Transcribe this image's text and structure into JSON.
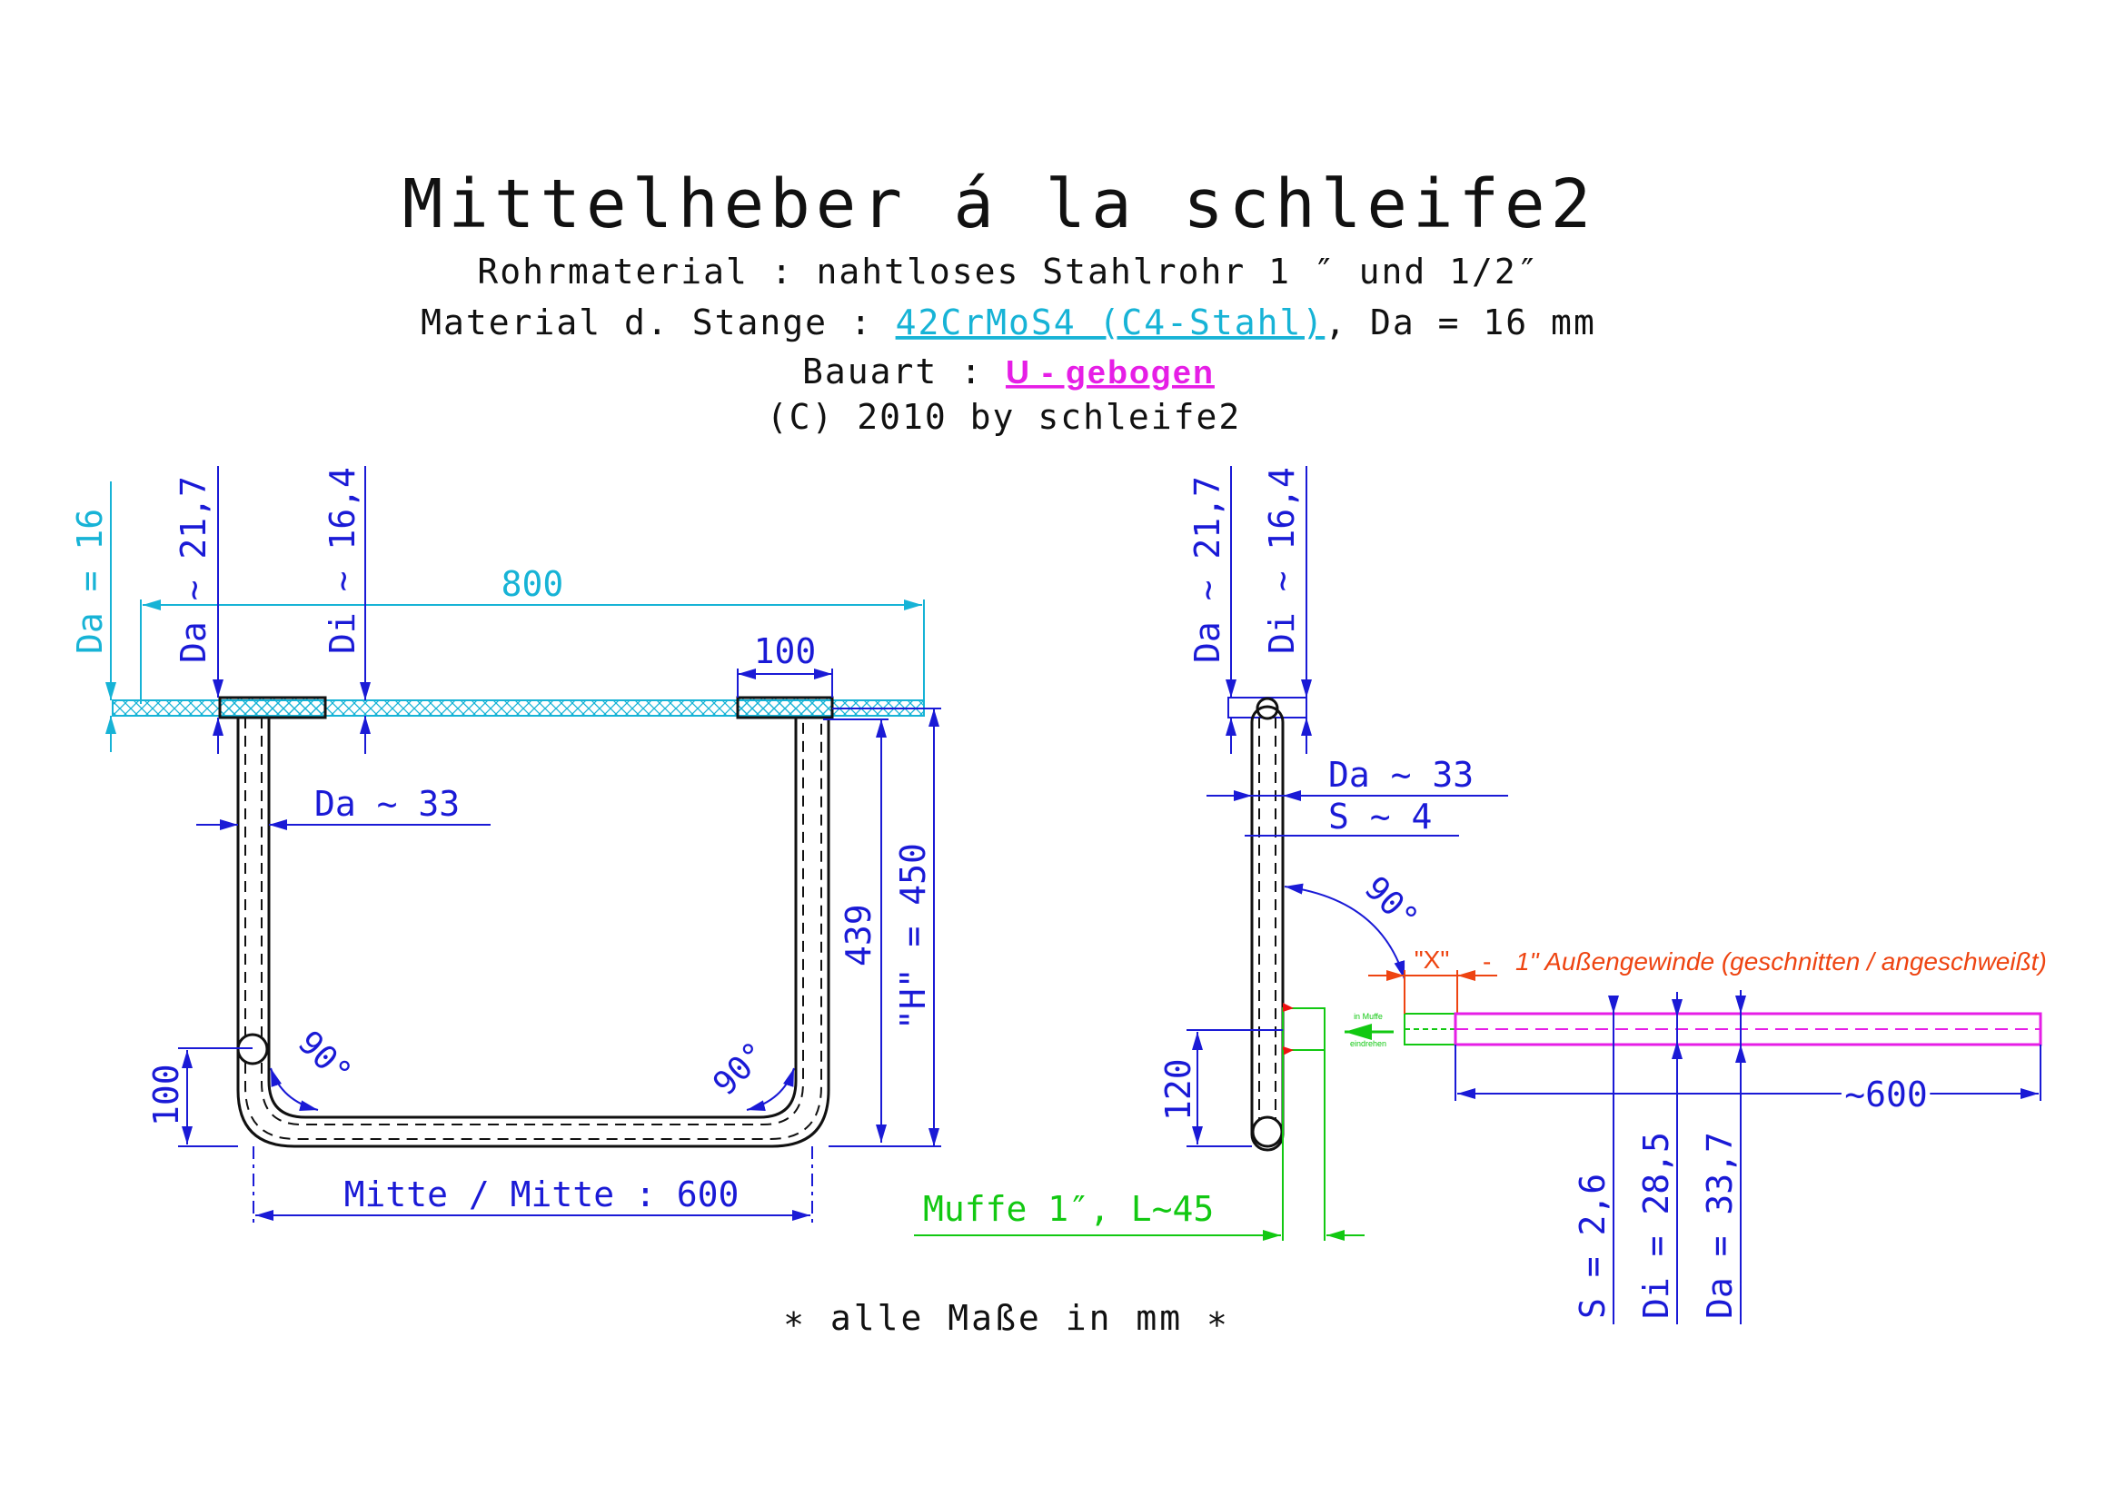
{
  "header": {
    "title": "Mittelheber á la schleife2",
    "line1": "Rohrmaterial : nahtloses Stahlrohr 1 ″ und 1/2″",
    "line2_prefix": "Material d. Stange : ",
    "line2_material": "42CrMoS4 (C4-Stahl)",
    "line2_suffix": ", Da = 16 mm",
    "line3_prefix": "Bauart : ",
    "line3_type": "U - gebogen",
    "line4": "(C) 2010 by schleife2"
  },
  "front_view": {
    "rod_da": "Da = 16",
    "tube_da": "Da ~ 21,7",
    "tube_di": "Di ~ 16,4",
    "overall_length": "800",
    "sleeve_length": "100",
    "pipe_da": "Da ~ 33",
    "height_inner": "439",
    "height_h": "\"H\" = 450",
    "bend_angle_left": "90°",
    "bend_angle_right": "90°",
    "corner_height": "100",
    "center_distance": "Mitte / Mitte : 600"
  },
  "side_view": {
    "tube_da": "Da ~ 21,7",
    "tube_di": "Di ~ 16,4",
    "pipe_da": "Da ~ 33",
    "pipe_s": "S ~ 4",
    "bend_angle": "90°",
    "x_label": "\"X\"",
    "dash": "-",
    "thread_note": "1\" Außengewinde (geschnitten / angeschweißt)",
    "muffe_hint_1": "in Muffe",
    "muffe_hint_2": "eindrehen",
    "height_120": "120",
    "muffe": "Muffe 1″, L~45",
    "length_600": "~600",
    "s_value": "S = 2,6",
    "di_value": "Di = 28,5",
    "da_value": "Da = 33,7"
  },
  "footer": {
    "note": "∗ alle Maße in mm ∗"
  },
  "colors": {
    "blue": "#1a1ad6",
    "cyan": "#17b3d6",
    "green": "#12c812",
    "magenta": "#e61ee6",
    "orange": "#ee4411",
    "red": "#ee1111",
    "black": "#111111"
  }
}
